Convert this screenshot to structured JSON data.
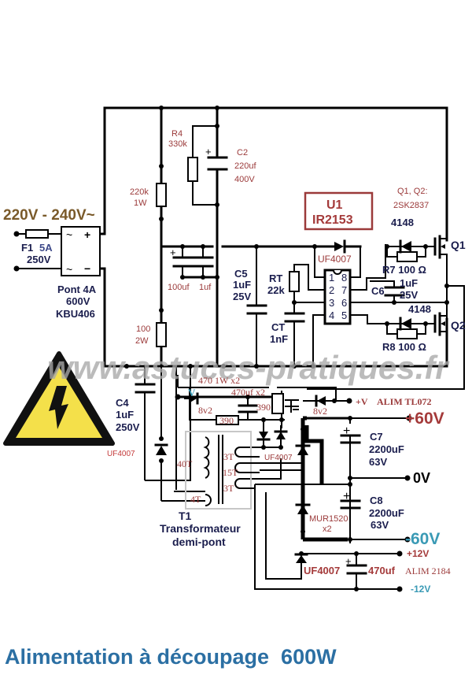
{
  "title": "Alimentation à découpage  600W",
  "watermark": "www.astuces-pratiques.fr",
  "mains_input": "220V - 240V~",
  "fuse": {
    "ref": "F1",
    "rating": "5A",
    "voltage": "250V"
  },
  "bridge": {
    "line1": "Pont 4A",
    "line2": "600V",
    "line3": "KBU406",
    "ac_symbol": "~",
    "plus": "+",
    "minus": "−"
  },
  "resistors": {
    "r4": {
      "ref": "R4",
      "value": "330k"
    },
    "r_bleed": {
      "value": "220k",
      "power": "1W"
    },
    "r_supply": {
      "value": "100",
      "power": "2W"
    },
    "rt": {
      "ref": "RT",
      "value": "22k"
    },
    "r7": {
      "label": "R7  100 Ω"
    },
    "r8": {
      "label": "R8  100 Ω"
    },
    "r390a": {
      "value": "390"
    },
    "r390b": {
      "value": "390"
    },
    "r470": {
      "label": "470 1W x2"
    }
  },
  "capacitors": {
    "c2": {
      "ref": "C2",
      "value": "220uf",
      "voltage": "400V"
    },
    "c100": {
      "value": "100uf"
    },
    "c1": {
      "value": "1uf"
    },
    "c5": {
      "ref": "C5",
      "value": "1uF",
      "voltage": "25V"
    },
    "ct": {
      "ref": "CT",
      "value": "1nF"
    },
    "c6": {
      "ref": "C6",
      "value": "1uF",
      "voltage": "25V"
    },
    "c4": {
      "ref": "C4",
      "value": "1uF",
      "voltage": "250V"
    },
    "c470x2": {
      "label": "470uf x2"
    },
    "c7": {
      "ref": "C7",
      "value": "2200uF",
      "voltage": "63V"
    },
    "c8": {
      "ref": "C8",
      "value": "2200uF",
      "voltage": "63V"
    },
    "c470": {
      "value": "470uf"
    }
  },
  "ic": {
    "ref": "U1",
    "part": "IR2153",
    "pins_left": [
      "1",
      "2",
      "3",
      "4"
    ],
    "pins_right": [
      "8",
      "7",
      "6",
      "5"
    ]
  },
  "diodes": {
    "boot": "UF4007",
    "d4148_top": "4148",
    "d4148_bot": "4148",
    "d_c4": "UF4007",
    "zener_left": "8v2",
    "zener_right": "8v2",
    "d_aux": "UF4007",
    "mur": {
      "part": "MUR1520",
      "qty": "x2"
    },
    "d_12": "UF4007"
  },
  "mosfets": {
    "note_line1": "Q1, Q2:",
    "note_line2": "2SK2837",
    "q1": "Q1",
    "q2": "Q2"
  },
  "transformer": {
    "ref": "T1",
    "name_line1": "Transformateur",
    "name_line2": "demi-pont",
    "windings": {
      "primary": "40T",
      "aux": "4T",
      "sec_top": "3T",
      "sec_mid": "15T",
      "sec_bot": "3T"
    }
  },
  "outputs": {
    "v_label": "V",
    "plus_v": "+V",
    "alim_tl072": "ALIM TL072",
    "plus60": "+60V",
    "zero": "0V",
    "minus60": "-60V",
    "plus12": "+12V",
    "minus12": "-12V",
    "alim_2184": "ALIM 2184"
  },
  "colors": {
    "title": "#2b6fa3",
    "positive": "#a43a3a",
    "negative": "#3a9ab5",
    "label_red": "#9b3a3a",
    "label_navy": "#1a1d4d",
    "warning_yellow": "#f4e04a"
  }
}
